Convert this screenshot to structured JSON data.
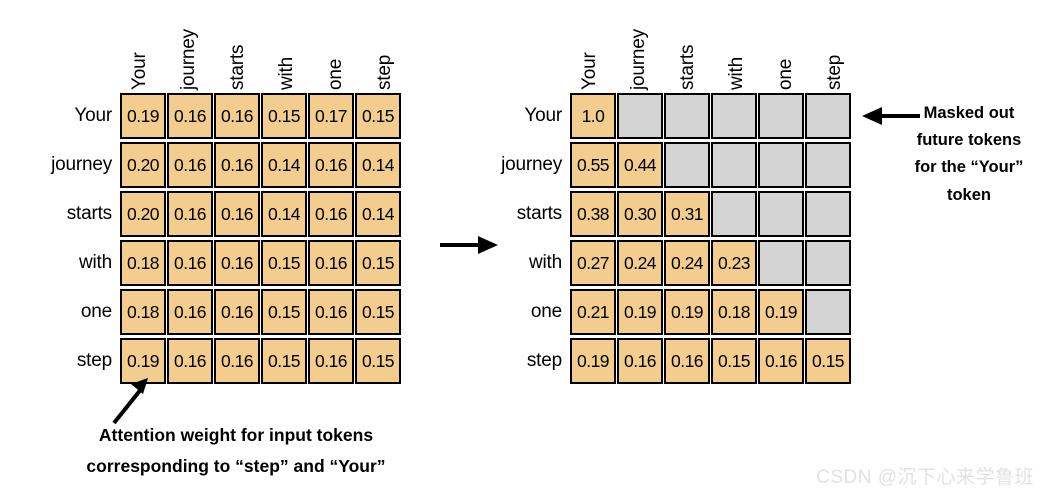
{
  "chart_data": {
    "type": "heatmap",
    "title": "",
    "panels": [
      {
        "name": "attention-weights-matrix",
        "row_labels": [
          "Your",
          "journey",
          "starts",
          "with",
          "one",
          "step"
        ],
        "col_labels": [
          "Your",
          "journey",
          "starts",
          "with",
          "one",
          "step"
        ],
        "cell_color": "#f2cd8d",
        "masked_color": "#d4d4d4",
        "values": [
          [
            "0.19",
            "0.16",
            "0.16",
            "0.15",
            "0.17",
            "0.15"
          ],
          [
            "0.20",
            "0.16",
            "0.16",
            "0.14",
            "0.16",
            "0.14"
          ],
          [
            "0.20",
            "0.16",
            "0.16",
            "0.14",
            "0.16",
            "0.14"
          ],
          [
            "0.18",
            "0.16",
            "0.16",
            "0.15",
            "0.16",
            "0.15"
          ],
          [
            "0.18",
            "0.16",
            "0.16",
            "0.15",
            "0.16",
            "0.15"
          ],
          [
            "0.19",
            "0.16",
            "0.16",
            "0.15",
            "0.16",
            "0.15"
          ]
        ],
        "masked": [
          [
            false,
            false,
            false,
            false,
            false,
            false
          ],
          [
            false,
            false,
            false,
            false,
            false,
            false
          ],
          [
            false,
            false,
            false,
            false,
            false,
            false
          ],
          [
            false,
            false,
            false,
            false,
            false,
            false
          ],
          [
            false,
            false,
            false,
            false,
            false,
            false
          ],
          [
            false,
            false,
            false,
            false,
            false,
            false
          ]
        ]
      },
      {
        "name": "masked-attention-weights-matrix",
        "row_labels": [
          "Your",
          "journey",
          "starts",
          "with",
          "one",
          "step"
        ],
        "col_labels": [
          "Your",
          "journey",
          "starts",
          "with",
          "one",
          "step"
        ],
        "cell_color": "#f2cd8d",
        "masked_color": "#d4d4d4",
        "values": [
          [
            "1.0",
            "",
            "",
            "",
            "",
            ""
          ],
          [
            "0.55",
            "0.44",
            "",
            "",
            "",
            ""
          ],
          [
            "0.38",
            "0.30",
            "0.31",
            "",
            "",
            ""
          ],
          [
            "0.27",
            "0.24",
            "0.24",
            "0.23",
            "",
            ""
          ],
          [
            "0.21",
            "0.19",
            "0.19",
            "0.18",
            "0.19",
            ""
          ],
          [
            "0.19",
            "0.16",
            "0.16",
            "0.15",
            "0.16",
            "0.15"
          ]
        ],
        "masked": [
          [
            false,
            true,
            true,
            true,
            true,
            true
          ],
          [
            false,
            false,
            true,
            true,
            true,
            true
          ],
          [
            false,
            false,
            false,
            true,
            true,
            true
          ],
          [
            false,
            false,
            false,
            false,
            true,
            true
          ],
          [
            false,
            false,
            false,
            false,
            false,
            true
          ],
          [
            false,
            false,
            false,
            false,
            false,
            false
          ]
        ]
      }
    ]
  },
  "annotations": {
    "right": {
      "lines": [
        "Masked out",
        "future tokens",
        "for the “Your”",
        "token"
      ],
      "arrow_direction": "left"
    },
    "bottom": {
      "lines": [
        "Attention weight for input tokens",
        "corresponding to “step” and “Your”"
      ],
      "arrow_direction": "up-right"
    },
    "middle_arrow_direction": "right"
  },
  "watermark": {
    "text": "CSDN @沉下心来学鲁班"
  }
}
